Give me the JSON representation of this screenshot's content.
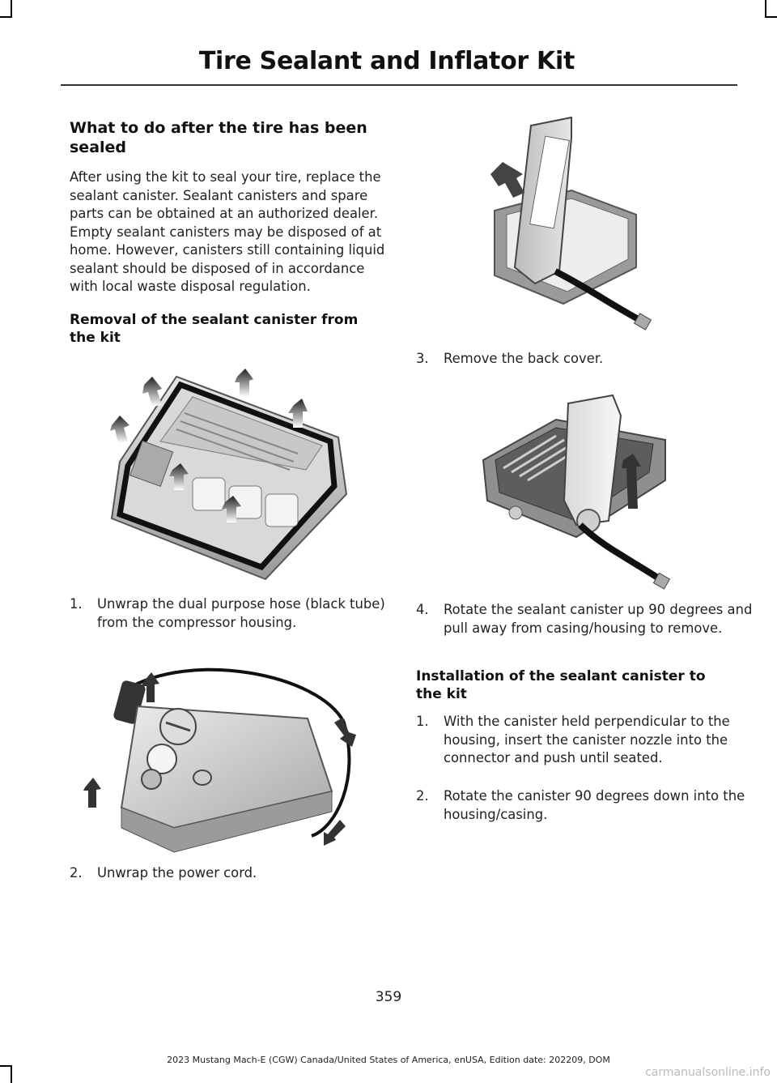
{
  "header": {
    "title": "Tire Sealant and Inflator Kit"
  },
  "left": {
    "heading": "What to do after the tire has been sealed",
    "paragraph": "After using the kit to seal your tire, replace the sealant canister. Sealant canisters and spare parts can be obtained at an authorized dealer. Empty sealant canisters may be disposed of at home. However, canisters still containing liquid sealant should be disposed of in accordance with local waste disposal regulation.",
    "subheading": "Removal of the sealant canister from the kit",
    "steps": [
      {
        "num": "1.",
        "text": "Unwrap the dual purpose hose (black tube) from the compressor housing."
      },
      {
        "num": "2.",
        "text": "Unwrap the power cord."
      }
    ]
  },
  "right": {
    "steps": [
      {
        "num": "3.",
        "text": "Remove the back cover."
      },
      {
        "num": "4.",
        "text": "Rotate the sealant canister up 90 degrees and pull away from casing/housing to remove."
      }
    ],
    "subheading": "Installation of the sealant canister to the kit",
    "install_steps": [
      {
        "num": "1.",
        "text": "With the canister held perpendicular to the housing, insert the canister nozzle into the connector and push until seated."
      },
      {
        "num": "2.",
        "text": "Rotate the canister 90 degrees down into the housing/casing."
      }
    ]
  },
  "page_number": "359",
  "footer": "2023 Mustang Mach-E (CGW) Canada/United States of America, enUSA, Edition date: 202209, DOM",
  "watermark": "carmanualsonline.info"
}
